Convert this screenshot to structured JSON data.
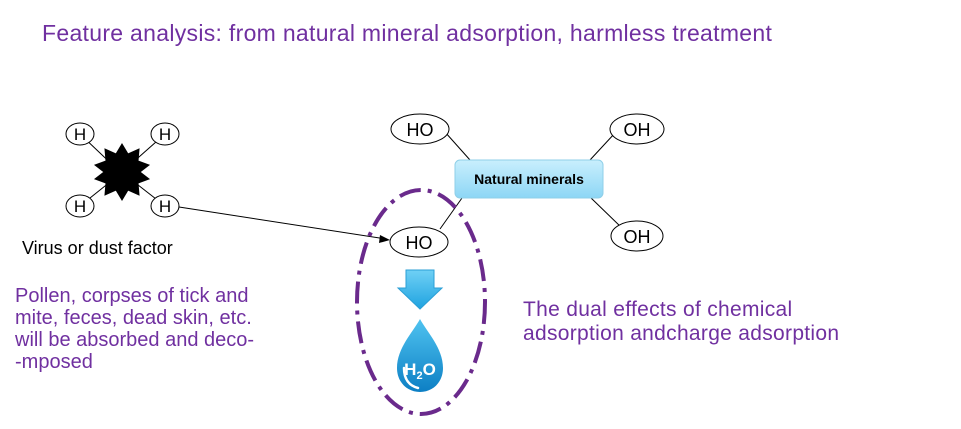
{
  "title": "Feature analysis: from natural mineral adsorption, harmless treatment",
  "virus": {
    "label": "Virus or dust factor",
    "atoms": [
      "H",
      "H",
      "H",
      "H"
    ]
  },
  "pollen_note": [
    "Pollen, corpses of tick and",
    "mite, feces, dead skin, etc.",
    "will be absorbed and deco-",
    "-mposed"
  ],
  "minerals": {
    "label": "Natural minerals",
    "groups": [
      "HO",
      "OH",
      "OH",
      "HO"
    ]
  },
  "water": {
    "label": "H2O",
    "main": "H",
    "sub": "2",
    "tail": "O"
  },
  "dual_effects": [
    "The dual effects of chemical",
    "adsorption andcharge adsorption"
  ],
  "colors": {
    "accent_purple": "#7030a0",
    "mineral_box": "#a5e1f8",
    "arrow_blue": "#39b3e8",
    "drop_blue": "#1a8fd0"
  }
}
